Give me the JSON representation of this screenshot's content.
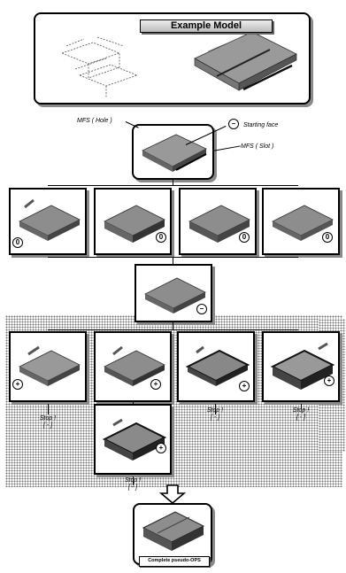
{
  "title": "Example Model",
  "labels": {
    "mfs_hole": "MFS ( Hole )",
    "starting_face": "Starting face",
    "mfs_slot": "MFS ( Slot )"
  },
  "symbols": {
    "zero": "0",
    "minus": "–",
    "plus": "+"
  },
  "stop": {
    "text": "Stop !",
    "bracket": "[ - ]"
  },
  "final_label": "Complete pseudo-OPS"
}
